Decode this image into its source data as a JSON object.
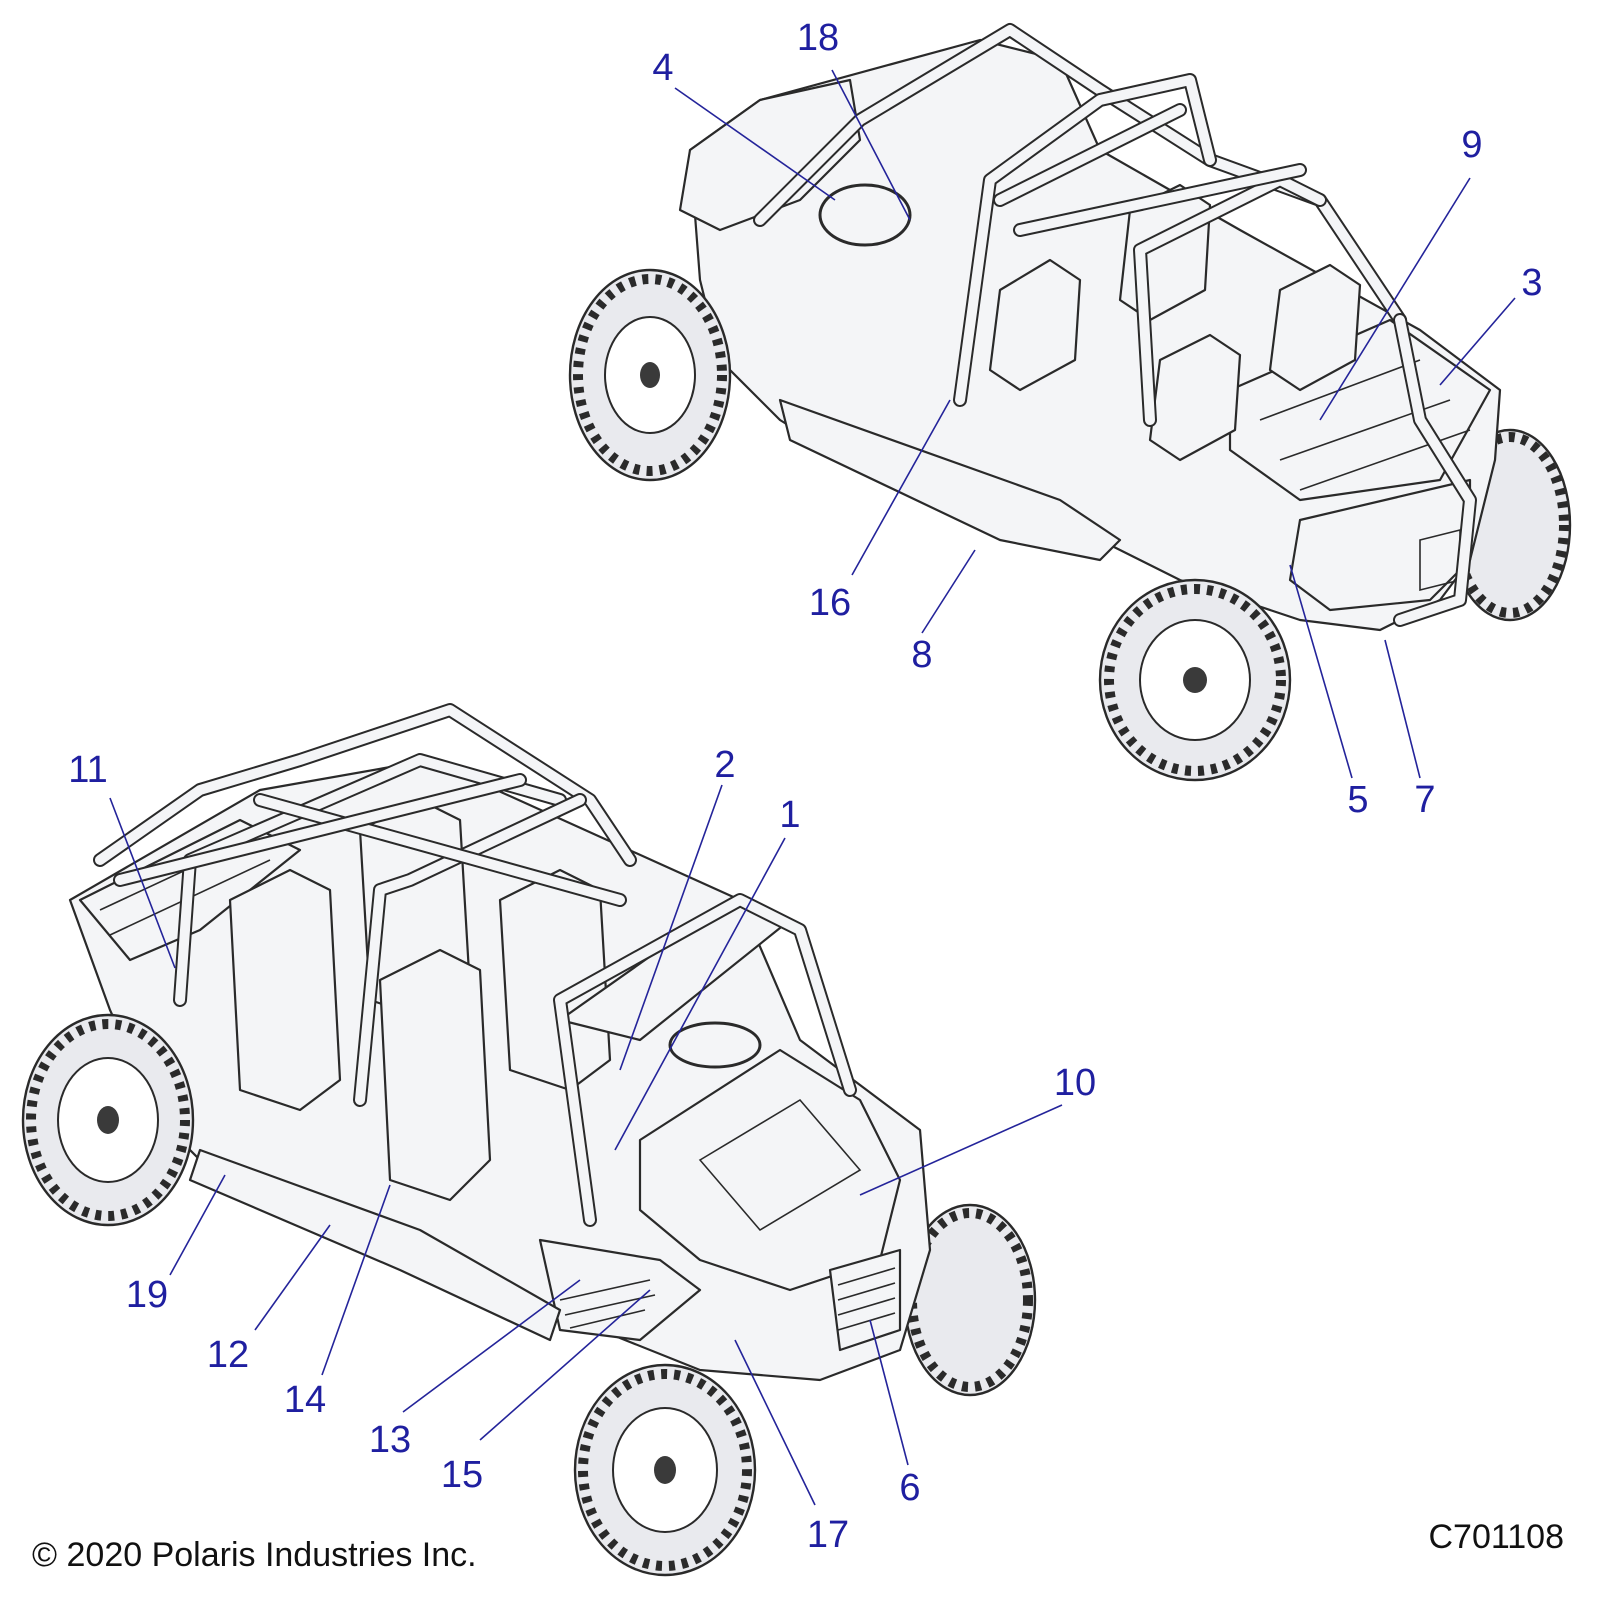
{
  "callouts": {
    "c1": "1",
    "c2": "2",
    "c3": "3",
    "c4": "4",
    "c5": "5",
    "c6": "6",
    "c7": "7",
    "c8": "8",
    "c9": "9",
    "c10": "10",
    "c11": "11",
    "c12": "12",
    "c13": "13",
    "c14": "14",
    "c15": "15",
    "c16": "16",
    "c17": "17",
    "c18": "18",
    "c19": "19"
  },
  "copyright": "© 2020 Polaris Industries Inc.",
  "figure_id": "C701108",
  "colors": {
    "callout": "#1f1fa0",
    "leader": "#24249a",
    "line": "#2a2a2a"
  }
}
